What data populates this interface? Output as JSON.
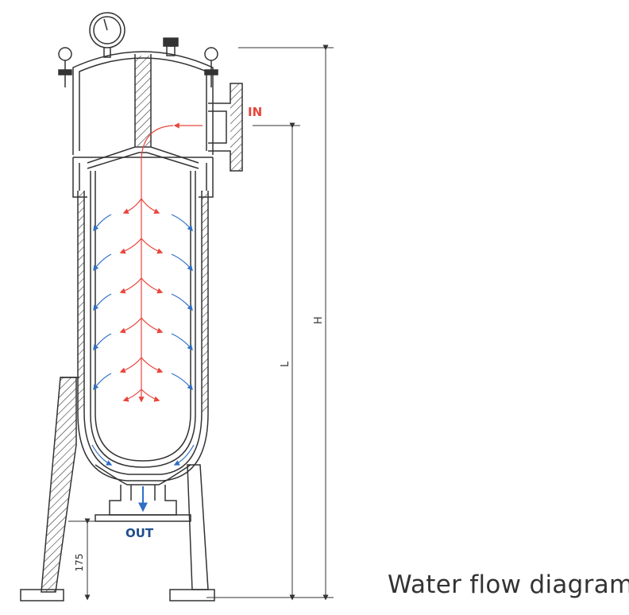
{
  "diagram": {
    "inlet_label": "IN",
    "outlet_label": "OUT",
    "dim_H": "H",
    "dim_L": "L",
    "dim_175": "175",
    "caption": "Water flow diagram"
  },
  "colors": {
    "outline": "#333333",
    "flow_in": "#e8453c",
    "flow_out": "#2f6fc4",
    "outlet_text": "#1f4e8c"
  },
  "icons": [
    "pressure-gauge-icon",
    "eye-bolt-icon",
    "vent-valve-icon"
  ]
}
